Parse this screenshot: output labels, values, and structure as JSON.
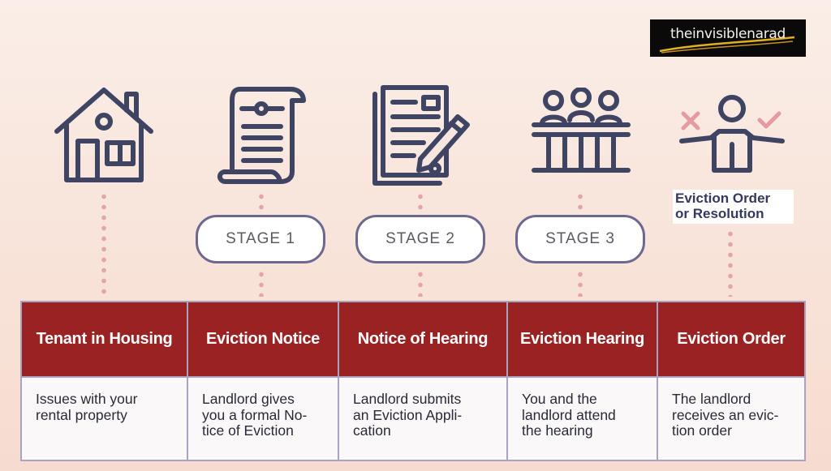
{
  "logo": {
    "text": "theinvisiblenarad"
  },
  "colors": {
    "icon_stroke": "#3f4463",
    "header_red": "#9b2222",
    "dot_pink": "#e3a6a8",
    "pill_border": "#6c6890",
    "x_mark": "#e59aa2",
    "check_mark": "#e59aa2"
  },
  "icons": [
    "house-icon",
    "scroll-notice-icon",
    "document-pen-icon",
    "hearing-panel-icon",
    "decision-person-icon"
  ],
  "stages": [
    "STAGE 1",
    "STAGE 2",
    "STAGE 3"
  ],
  "outcome": {
    "line1": "Eviction Order",
    "line2": "or Resolution"
  },
  "table": {
    "columns": [
      {
        "header": "Tenant in Housing",
        "lines": [
          "Issues with your",
          "rental property"
        ]
      },
      {
        "header": "Eviction Notice",
        "lines": [
          "Landlord gives",
          "you a formal No-",
          "tice of Eviction"
        ]
      },
      {
        "header": "Notice of Hearing",
        "lines": [
          "Landlord submits",
          "an Eviction Appli-",
          "cation"
        ]
      },
      {
        "header": "Eviction Hearing",
        "lines": [
          "You and the",
          "landlord attend",
          "the hearing"
        ]
      },
      {
        "header": "Eviction Order",
        "lines": [
          "The landlord",
          "receives an evic-",
          "tion order"
        ]
      }
    ]
  }
}
